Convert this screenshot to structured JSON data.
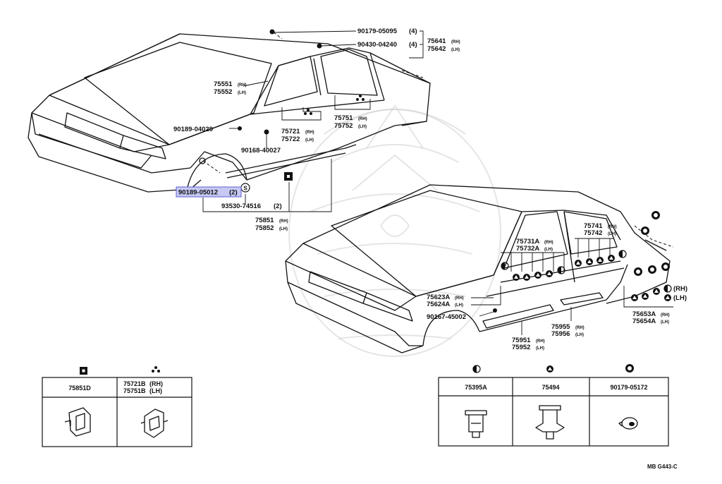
{
  "diagram": {
    "ref_code": "MB G443-C",
    "callouts_top": {
      "p90179_05095": "90179-05095",
      "q90179_05095": "(4)",
      "p90430_04240": "90430-04240",
      "q90430_04240": "(4)",
      "p75641": "75641",
      "s75641": "(RH)",
      "p75642": "75642",
      "s75642": "(LH)",
      "p75551": "75551",
      "s75551": "(RH)",
      "p75552": "75552",
      "s75552": "(LH)",
      "p75751": "75751",
      "s75751": "(RH)",
      "p75752": "75752",
      "s75752": "(LH)",
      "p75721": "75721",
      "s75721": "(RH)",
      "p75722": "75722",
      "s75722": "(LH)",
      "p90189_04029": "90189-04029",
      "p90168_40027": "90168-40027",
      "p90189_05012": "90189-05012",
      "q90189_05012": "(2)",
      "s_symbol": "S",
      "p93530_74516": "93530-74516",
      "q93530_74516": "(2)",
      "p75851": "75851",
      "s75851": "(RH)",
      "p75852": "75852",
      "s75852": "(LH)"
    },
    "callouts_bottom": {
      "p75731A": "75731A",
      "s75731A": "(RH)",
      "p75732A": "75732A",
      "s75732A": "(LH)",
      "p75741": "75741",
      "s75741": "(RH)",
      "p75742": "75742",
      "s75742": "(LH)",
      "p75623A": "75623A",
      "s75623A": "(RH)",
      "p75624A": "75624A",
      "s75624A": "(LH)",
      "p90167_45002": "90167-45002",
      "p75955": "75955",
      "s75955": "(RH)",
      "p75956": "75956",
      "s75956": "(LH)",
      "p75951": "75951",
      "s75951": "(RH)",
      "p75952": "75952",
      "s75952": "(LH)",
      "p75653A": "75653A",
      "s75653A": "(RH)",
      "p75654A": "75654A",
      "s75654A": "(LH)",
      "rh": "(RH)",
      "lh": "(LH)"
    },
    "left_table": {
      "col1": "75851D",
      "col2_a": "75721B",
      "col2_a_s": "(RH)",
      "col2_b": "75751B",
      "col2_b_s": "(LH)"
    },
    "right_table": {
      "col1": "75395A",
      "col2": "75494",
      "col3": "90179-05172"
    },
    "highlight_part": "90189-05012"
  }
}
